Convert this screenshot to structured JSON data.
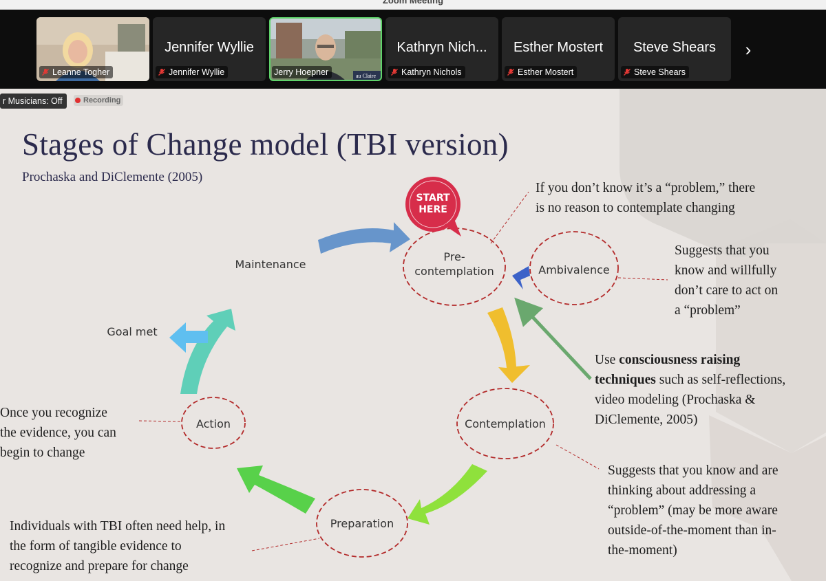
{
  "window": {
    "title": "Zoom Meeting"
  },
  "participants": [
    {
      "name": "Leanne Togher",
      "big_name": "",
      "has_video": true,
      "muted": true,
      "active": false
    },
    {
      "name": "Jennifer Wyllie",
      "big_name": "Jennifer Wyllie",
      "has_video": false,
      "muted": true,
      "active": false
    },
    {
      "name": "Jerry Hoepner",
      "big_name": "",
      "has_video": true,
      "muted": false,
      "active": true
    },
    {
      "name": "Kathryn Nichols",
      "big_name": "Kathryn Nich...",
      "has_video": false,
      "muted": true,
      "active": false
    },
    {
      "name": "Esther Mostert",
      "big_name": "Esther Mostert",
      "has_video": false,
      "muted": true,
      "active": false
    },
    {
      "name": "Steve Shears",
      "big_name": "Steve Shears",
      "has_video": false,
      "muted": true,
      "active": false
    }
  ],
  "strip": {
    "next_arrow": "›"
  },
  "status": {
    "musicians": "r Musicians: Off",
    "recording": "Recording"
  },
  "colors": {
    "accent_active": "#5fd36a",
    "recording_dot": "#e03030",
    "title": "#2b2a4c",
    "dash_circle": "#b32a2a"
  },
  "slide": {
    "title": "Stages of Change model (TBI version)",
    "subtitle": "Prochaska and DiClemente (2005)",
    "badge": {
      "line1": "START",
      "line2": "HERE"
    },
    "stages": {
      "precontemplation_1": "Pre-",
      "precontemplation_2": "contemplation",
      "ambivalence": "Ambivalence",
      "contemplation": "Contemplation",
      "preparation": "Preparation",
      "action": "Action",
      "maintenance": "Maintenance",
      "goal_met": "Goal met"
    },
    "notes": {
      "problem_1": "If you don’t know it’s a “problem,” there",
      "problem_2": "is no reason to contemplate changing",
      "ambivalence_1": "Suggests that you",
      "ambivalence_2": "know and willfully",
      "ambivalence_3": "don’t care to act on",
      "ambivalence_4": "a “problem”",
      "consciousness_bold_1": "consciousness raising",
      "consciousness_pre": "Use ",
      "consciousness_bold_2": "techniques",
      "consciousness_post": " such as self-reflections,",
      "consciousness_3": "video modeling (Prochaska &",
      "consciousness_4": "DiClemente, 2005)",
      "action_1": "Once you recognize",
      "action_2": "the evidence, you can",
      "action_3": "begin to change",
      "contemplation_1": "Suggests that you know and are",
      "contemplation_2": "thinking about addressing a",
      "contemplation_3": "“problem” (may be more aware",
      "contemplation_4": "outside-of-the-moment than in-",
      "contemplation_5": "the-moment)",
      "preparation_1": "Individuals with TBI often need help, in",
      "preparation_2": "the form of tangible evidence to",
      "preparation_3": "recognize and prepare for change"
    }
  }
}
